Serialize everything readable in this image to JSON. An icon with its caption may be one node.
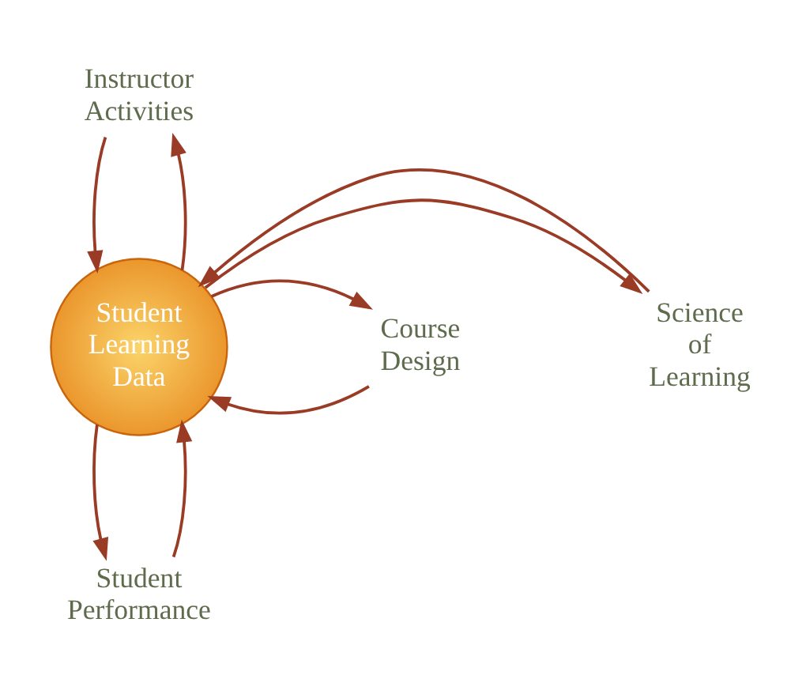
{
  "diagram": {
    "nodes": [
      {
        "text": [
          "Instructor Activities"
        ]
      },
      {
        "text": [
          "Science of Learning"
        ]
      },
      {
        "text": [
          "Student Learning Data"
        ]
      },
      {
        "text": [
          "Course Design"
        ]
      },
      {
        "text": [
          "Student Performance"
        ]
      }
    ],
    "edges": [
      {
        "from": 0,
        "to": 2,
        "arrow": "to"
      },
      {
        "from": 2,
        "to": 0,
        "arrow": "to"
      },
      {
        "from": 2,
        "to": 1,
        "arrow": "to"
      },
      {
        "from": 1,
        "to": 2,
        "arrow": "to"
      },
      {
        "from": 3,
        "to": 2,
        "arrow": "to"
      },
      {
        "from": 2,
        "to": 3,
        "arrow": "to"
      },
      {
        "from": 2,
        "to": 4,
        "arrow": "to"
      },
      {
        "from": 4,
        "to": 2,
        "arrow": "to"
      }
    ]
  }
}
